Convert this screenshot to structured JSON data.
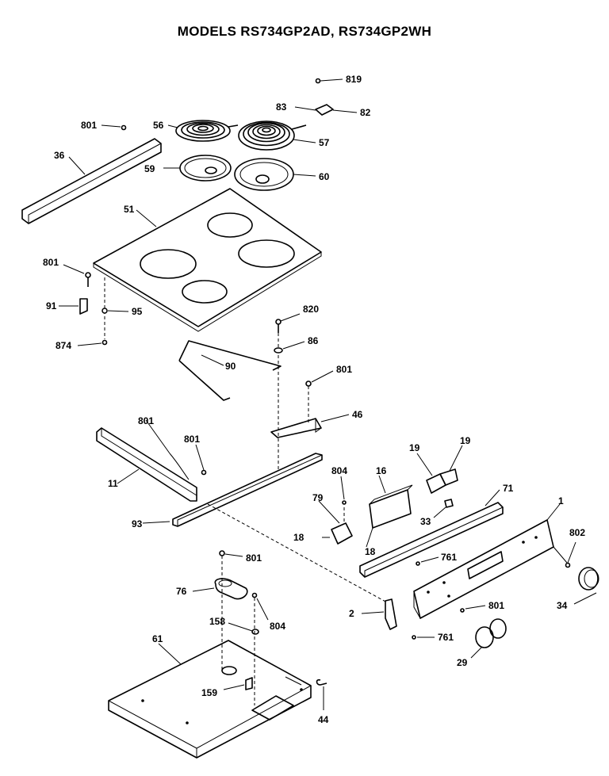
{
  "title": "MODELS RS734GP2AD, RS734GP2WH",
  "callouts": {
    "c819": "819",
    "c83": "83",
    "c82": "82",
    "c801a": "801",
    "c56": "56",
    "c57": "57",
    "c36": "36",
    "c59": "59",
    "c60": "60",
    "c51": "51",
    "c801b": "801",
    "c91": "91",
    "c95": "95",
    "c874": "874",
    "c820": "820",
    "c86": "86",
    "c90": "90",
    "c801c": "801",
    "c46": "46",
    "c801d": "801",
    "c801e": "801",
    "c11": "11",
    "c93": "93",
    "c804a": "804",
    "c16": "16",
    "c19a": "19",
    "c19b": "19",
    "c79": "79",
    "c71": "71",
    "c1": "1",
    "c33": "33",
    "c18a": "18",
    "c18b": "18",
    "c802": "802",
    "c761a": "761",
    "c801f": "801",
    "c76": "76",
    "c158": "158",
    "c804b": "804",
    "c2": "2",
    "c801g": "801",
    "c34": "34",
    "c761b": "761",
    "c61": "61",
    "c29": "29",
    "c159": "159",
    "c44": "44"
  }
}
